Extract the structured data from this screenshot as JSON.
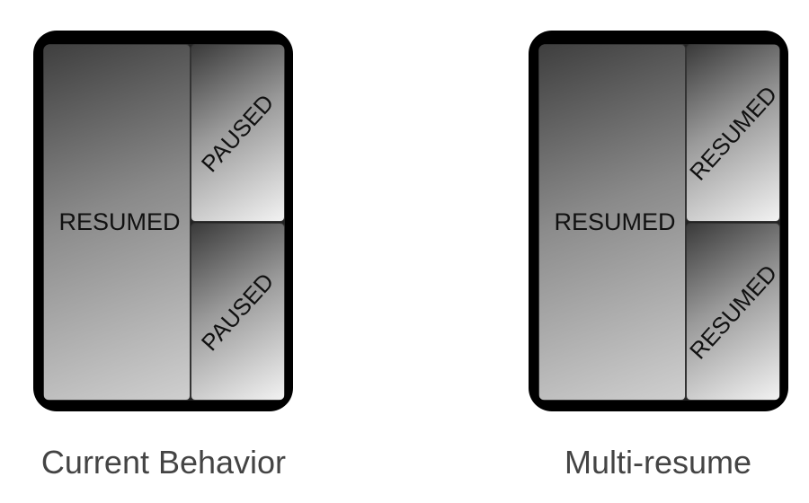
{
  "panels": [
    {
      "caption": "Current Behavior",
      "main_state": "RESUMED",
      "top_state": "PAUSED",
      "bottom_state": "PAUSED"
    },
    {
      "caption": "Multi-resume",
      "main_state": "RESUMED",
      "top_state": "RESUMED",
      "bottom_state": "RESUMED"
    }
  ]
}
